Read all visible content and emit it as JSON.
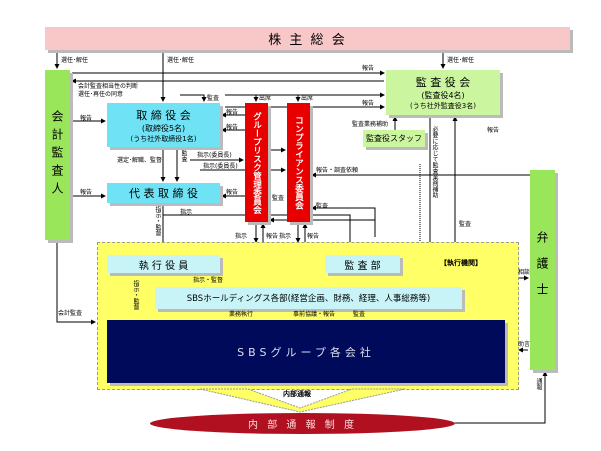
{
  "shareholders": "株 主 総 会",
  "accounting_auditor": "会計監査人",
  "board": {
    "title": "取 締 役 会",
    "sub1": "(取締役5名)",
    "sub2": "(うち社外取締役1名)"
  },
  "president": "代 表 取 締 役",
  "risk_committee": "グループリスク管理委員会",
  "compliance_committee": "コンプライアンス委員会",
  "auditors": {
    "title": "監 査 役 会",
    "sub1": "(監査役4名)",
    "sub2": "(うち社外監査役3名)"
  },
  "auditor_staff": "監査役スタッフ",
  "lawyer": "弁護士",
  "executive_label": "【執行機関】",
  "officers": "執 行 役 員",
  "audit_dept": "監 査 部",
  "holdings": "SBSホールディングス各部(経営企画、財務、経理、人事総務等)",
  "group": "SBSグループ各会社",
  "whistle_label": "内部通報",
  "whistle_system": "内 部 通 報 制 度",
  "labels": [
    "選任･解任",
    "選任･解任",
    "選任･解任",
    "報告",
    "報告",
    "会計監査相当性の判断",
    "選任･再任の同意",
    "監査",
    "出席",
    "出席",
    "報告",
    "報告",
    "報告",
    "報告",
    "指示(委員長)",
    "指示(委員長)",
    "選定･解職、監督",
    "監査",
    "報告",
    "報告・調査依頼",
    "監査",
    "監査",
    "監査業務補助",
    "必要に応じて監査業務補助",
    "報告",
    "監査",
    "指示",
    "指示・監督",
    "指示",
    "報告",
    "指示",
    "報告",
    "指示・監督",
    "指示・監督",
    "業務執行",
    "事前協議・報告",
    "監査",
    "会計監査",
    "相談",
    "助言",
    "通報"
  ]
}
